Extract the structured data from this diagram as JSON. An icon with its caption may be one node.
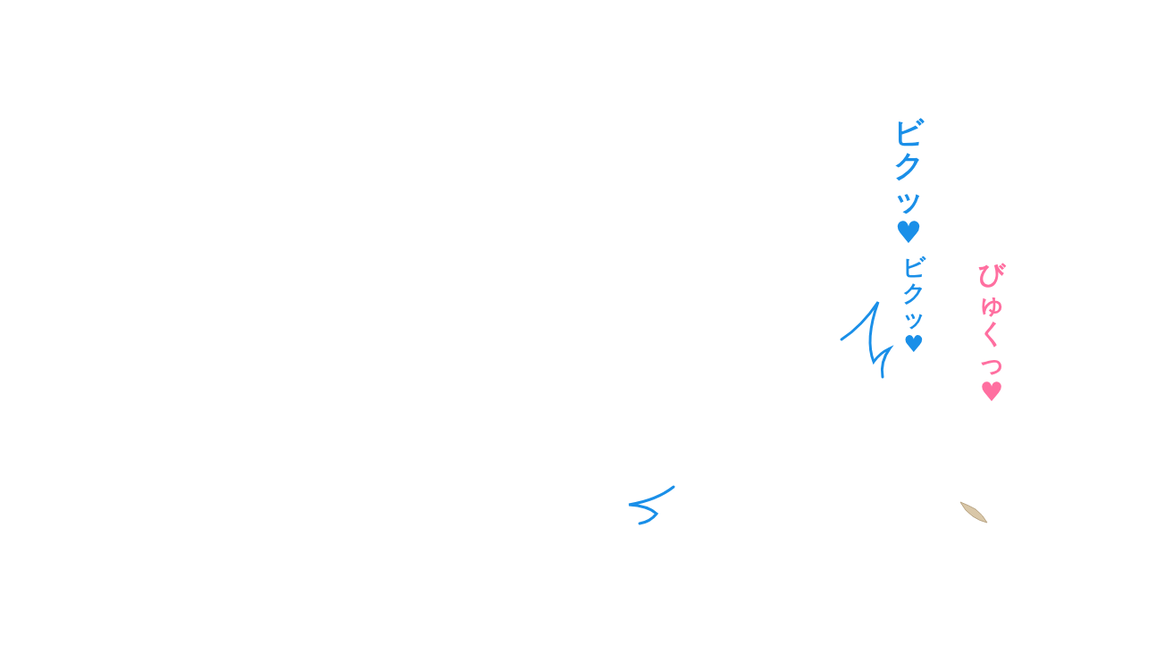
{
  "diagram": {
    "labels": [
      "ビクッ♥",
      "ビクッ♥",
      "びゅくっ♥"
    ]
  }
}
